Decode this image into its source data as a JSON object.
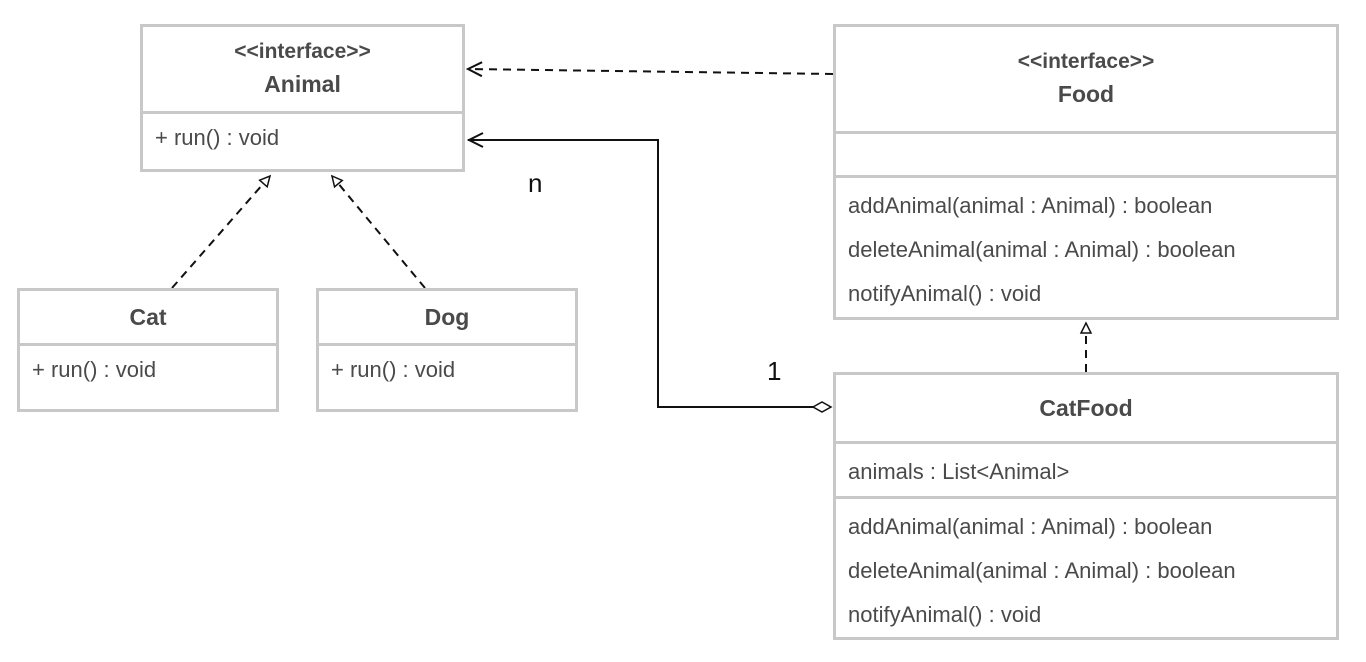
{
  "classes": {
    "animal": {
      "stereotype": "<<interface>>",
      "name": "Animal",
      "methods": [
        "+ run() : void"
      ]
    },
    "cat": {
      "name": "Cat",
      "methods": [
        "+ run() : void"
      ]
    },
    "dog": {
      "name": "Dog",
      "methods": [
        "+ run() : void"
      ]
    },
    "food": {
      "stereotype": "<<interface>>",
      "name": "Food",
      "attributes": [],
      "methods": [
        "addAnimal(animal : Animal) : boolean",
        "deleteAnimal(animal : Animal) : boolean",
        "notifyAnimal() : void"
      ]
    },
    "catfood": {
      "name": "CatFood",
      "attributes": [
        "animals : List<Animal>"
      ],
      "methods": [
        "addAnimal(animal : Animal) : boolean",
        "deleteAnimal(animal : Animal) : boolean",
        "notifyAnimal() : void"
      ]
    }
  },
  "relationships": [
    {
      "type": "realization",
      "from": "Cat",
      "to": "Animal"
    },
    {
      "type": "realization",
      "from": "Dog",
      "to": "Animal"
    },
    {
      "type": "realization",
      "from": "CatFood",
      "to": "Food"
    },
    {
      "type": "dependency",
      "from": "Food",
      "to": "Animal"
    },
    {
      "type": "aggregation",
      "from": "CatFood",
      "to": "Animal",
      "multiplicity_source": "1",
      "multiplicity_target": "n"
    }
  ],
  "multiplicities": {
    "target": "n",
    "source": "1"
  },
  "colors": {
    "box_border": "#c8c8c8",
    "text": "#4a4a4a",
    "edge": "#111111"
  }
}
